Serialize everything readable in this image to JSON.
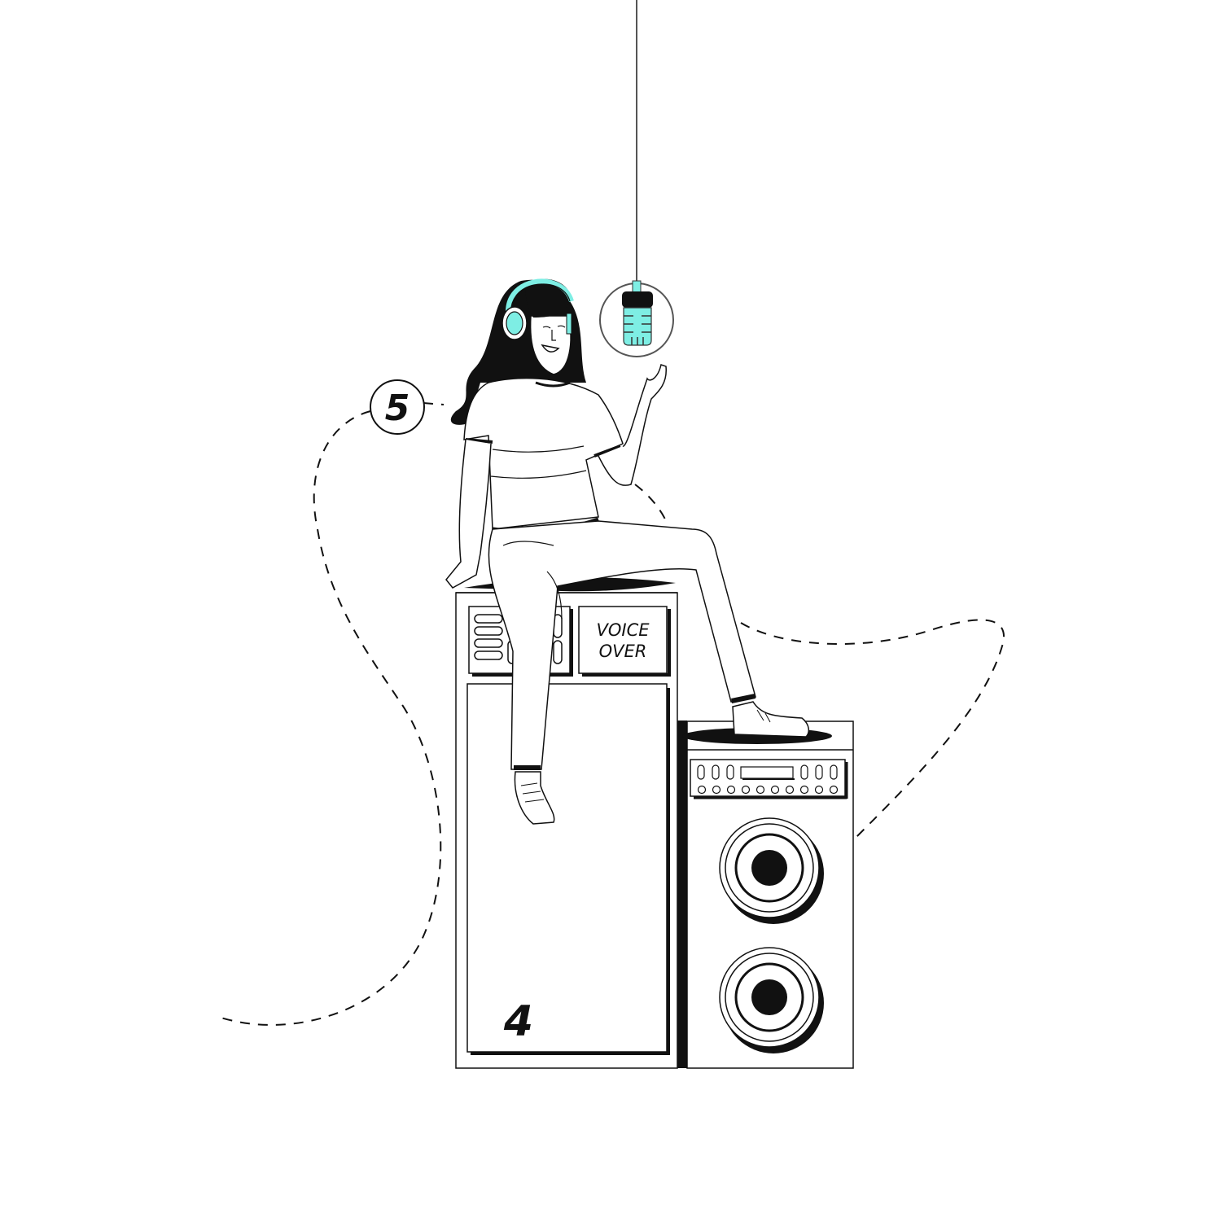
{
  "illustration": {
    "title": "Voice over artist sitting on speakers",
    "colors": {
      "background": "#ffffff",
      "ink": "#111111",
      "accent": "#7eeee4",
      "mic_cord": "#555555"
    },
    "step_badge": {
      "label": "5"
    },
    "cabinet_label": {
      "line1": "VOICE",
      "line2": "OVER"
    },
    "cabinet_number": {
      "label": "4"
    },
    "icons": [
      "microphone-icon",
      "headphones-icon",
      "speaker-icon",
      "amplifier-icon"
    ]
  }
}
